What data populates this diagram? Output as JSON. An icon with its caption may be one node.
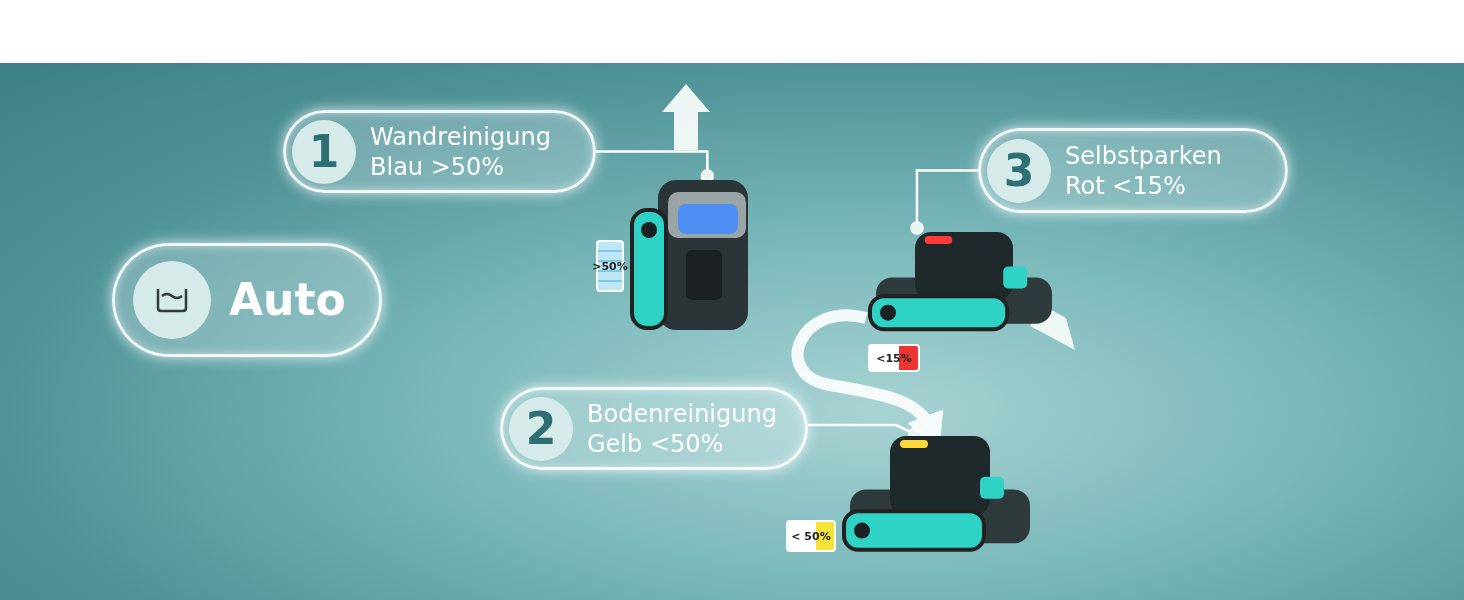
{
  "diagram": {
    "nodes": [
      {
        "text": [
          "Auto"
        ]
      },
      {
        "text": [
          "1",
          "Wandreinigung Blau >50%"
        ]
      },
      {
        "text": [],
        "shape": "picture"
      },
      {
        "text": [
          "3",
          "Selbstparken Rot <15%"
        ]
      },
      {
        "text": [],
        "shape": "picture"
      },
      {
        "text": [
          "2",
          "Bodenreinigung Gelb <50%"
        ]
      },
      {
        "text": [],
        "shape": "picture"
      }
    ],
    "edges": [
      {
        "from": 1,
        "to": 2,
        "arrow": "other"
      },
      {
        "from": 3,
        "to": 4,
        "arrow": "other"
      },
      {
        "from": 5,
        "to": 6,
        "arrow": "other"
      },
      {
        "from": 4,
        "to": 6,
        "arrow": "to",
        "style": "thick"
      }
    ],
    "labels": [
      ">50%",
      "<15%",
      "< 50%"
    ]
  }
}
